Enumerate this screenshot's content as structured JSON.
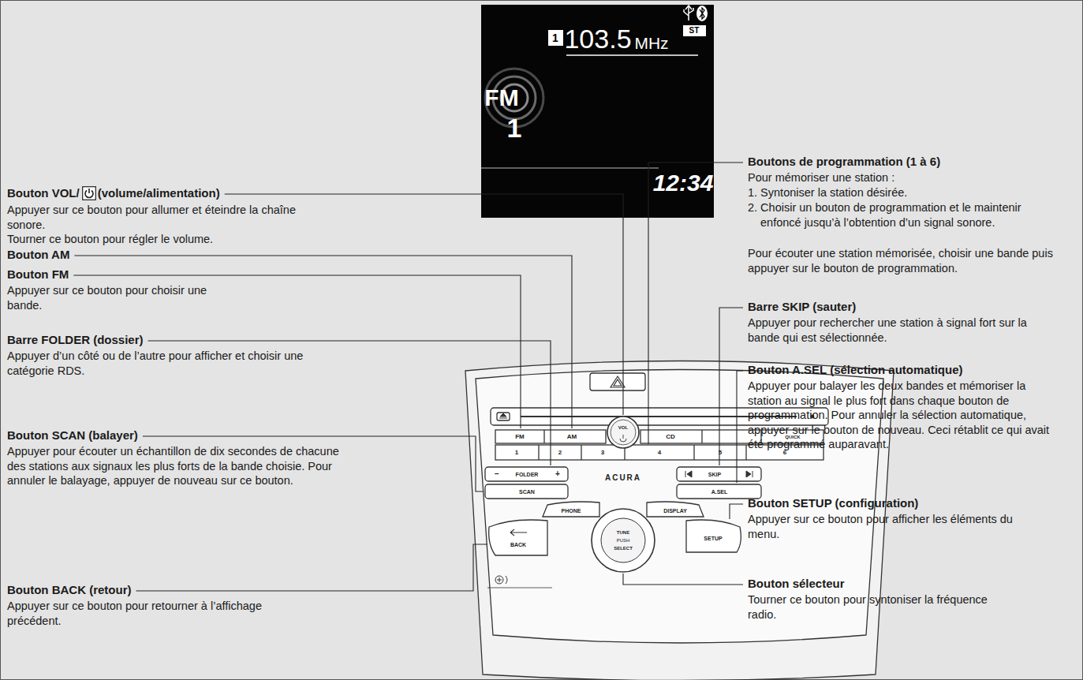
{
  "diagram": {
    "labels": [
      "Bouton VOL/",
      "(volume/alimentation)",
      "Appuyer sur ce bouton pour allumer et éteindre la chaîne sonore.",
      "Tourner ce bouton pour régler le volume.",
      "Bouton AM",
      "Bouton FM",
      "Appuyer sur ce bouton pour choisir une bande.",
      "Barre FOLDER (dossier)",
      "Appuyer d’un côté ou de l’autre pour afficher et choisir une catégorie RDS.",
      "Bouton SCAN (balayer)",
      "Appuyer pour écouter un échantillon de dix secondes de chacune des stations aux signaux les plus forts de la bande choisie. Pour annuler le balayage, appuyer de nouveau sur ce bouton.",
      "Bouton BACK (retour)",
      "Appuyer sur ce bouton pour retourner à l’affichage précédent.",
      "Boutons de programmation (1 à 6)",
      "Pour mémoriser une station :",
      "1. Syntoniser la station désirée.",
      "2. Choisir un bouton de programmation et le maintenir enfoncé jusqu’à l’obtention d’un signal sonore.",
      "Pour écouter une station mémorisée, choisir une bande puis appuyer sur le bouton de programmation.",
      "Barre SKIP (sauter)",
      "Appuyer pour rechercher une station à signal fort sur la bande qui est sélectionnée.",
      "Bouton A.SEL (sélection automatique)",
      "Appuyer pour balayer les deux bandes et mémoriser la station au signal le plus fort dans chaque bouton de programmation. Pour annuler la sélection automatique, appuyer sur le bouton de nouveau. Ceci rétablit ce qui avait été programmé auparavant.",
      "Bouton SETUP (configuration)",
      "Appuyer sur ce bouton pour afficher les éléments du menu.",
      "Bouton sélecteur",
      "Tourner ce bouton pour syntoniser la fréquence radio.",
      "FM",
      "1",
      "1",
      "103.5",
      "MHz",
      "ST",
      "12:34",
      "FM",
      "AM",
      "VOL",
      "CD",
      "QUICK",
      "1",
      "2",
      "3",
      "4",
      "5",
      "6",
      "−",
      "FOLDER",
      "+",
      "SCAN",
      "ACURA",
      "SKIP",
      "A.SEL",
      "PHONE",
      "DISPLAY",
      "BACK",
      "SETUP",
      "TUNE",
      "PUSH",
      "SELECT"
    ]
  }
}
